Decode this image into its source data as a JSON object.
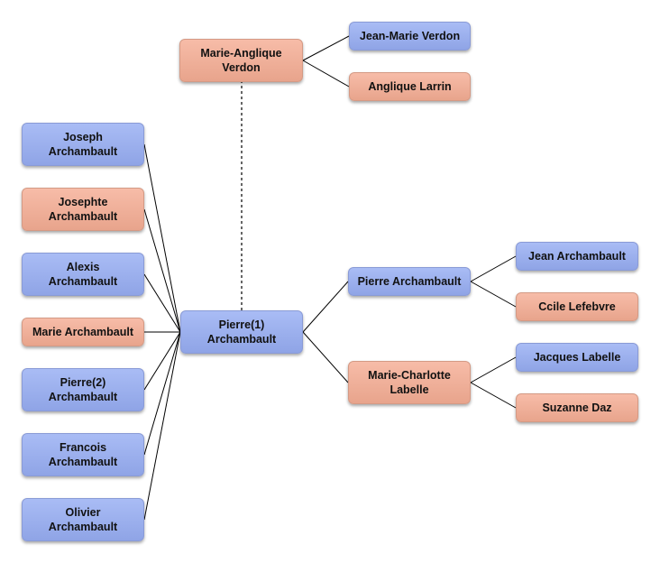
{
  "colors": {
    "male": "#9fb2f0",
    "female": "#f0b09a",
    "link": "#000000"
  },
  "nodes": {
    "marie_anglique": {
      "label": "Marie-Anglique\nVerdon",
      "gender": "female"
    },
    "jean_marie": {
      "label": "Jean-Marie Verdon",
      "gender": "male"
    },
    "anglique_larrin": {
      "label": "Anglique Larrin",
      "gender": "female"
    },
    "joseph": {
      "label": "Joseph\nArchambault",
      "gender": "male"
    },
    "josephte": {
      "label": "Josephte\nArchambault",
      "gender": "female"
    },
    "alexis": {
      "label": "Alexis\nArchambault",
      "gender": "male"
    },
    "marie_arch": {
      "label": "Marie Archambault",
      "gender": "female"
    },
    "pierre2": {
      "label": "Pierre(2)\nArchambault",
      "gender": "male"
    },
    "francois": {
      "label": "Francois\nArchambault",
      "gender": "male"
    },
    "olivier": {
      "label": "Olivier\nArchambault",
      "gender": "male"
    },
    "pierre1": {
      "label": "Pierre(1)\nArchambault",
      "gender": "male"
    },
    "pierre_arch": {
      "label": "Pierre Archambault",
      "gender": "male"
    },
    "marie_charlotte": {
      "label": "Marie-Charlotte\nLabelle",
      "gender": "female"
    },
    "jean_arch": {
      "label": "Jean Archambault",
      "gender": "male"
    },
    "ccile": {
      "label": "Ccile Lefebvre",
      "gender": "female"
    },
    "jacques": {
      "label": "Jacques Labelle",
      "gender": "male"
    },
    "suzanne": {
      "label": "Suzanne Daz",
      "gender": "female"
    }
  },
  "links": [
    {
      "from": "marie_anglique",
      "to": "jean_marie",
      "style": "solid"
    },
    {
      "from": "marie_anglique",
      "to": "anglique_larrin",
      "style": "solid"
    },
    {
      "from": "pierre1",
      "to": "marie_anglique",
      "style": "dashed"
    },
    {
      "from": "pierre1",
      "to": "joseph",
      "style": "solid"
    },
    {
      "from": "pierre1",
      "to": "josephte",
      "style": "solid"
    },
    {
      "from": "pierre1",
      "to": "alexis",
      "style": "solid"
    },
    {
      "from": "pierre1",
      "to": "marie_arch",
      "style": "solid"
    },
    {
      "from": "pierre1",
      "to": "pierre2",
      "style": "solid"
    },
    {
      "from": "pierre1",
      "to": "francois",
      "style": "solid"
    },
    {
      "from": "pierre1",
      "to": "olivier",
      "style": "solid"
    },
    {
      "from": "pierre1",
      "to": "pierre_arch",
      "style": "solid"
    },
    {
      "from": "pierre1",
      "to": "marie_charlotte",
      "style": "solid"
    },
    {
      "from": "pierre_arch",
      "to": "jean_arch",
      "style": "solid"
    },
    {
      "from": "pierre_arch",
      "to": "ccile",
      "style": "solid"
    },
    {
      "from": "marie_charlotte",
      "to": "jacques",
      "style": "solid"
    },
    {
      "from": "marie_charlotte",
      "to": "suzanne",
      "style": "solid"
    }
  ]
}
